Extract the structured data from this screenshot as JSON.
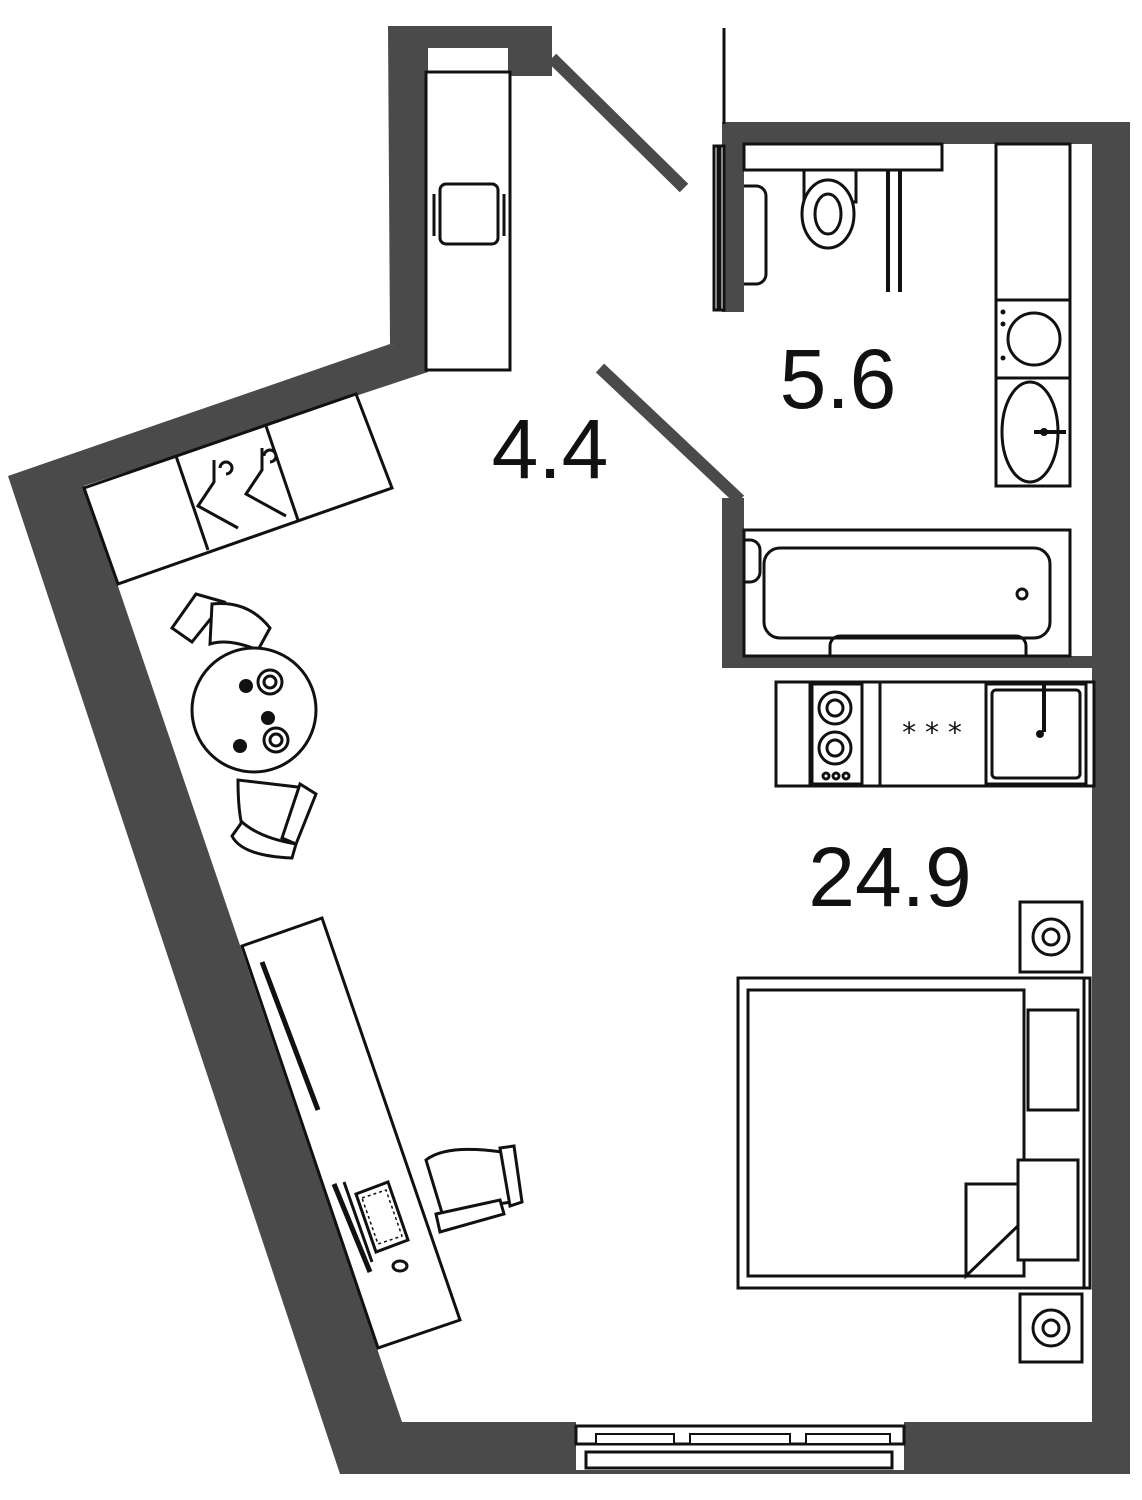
{
  "colors": {
    "wall": "#4a4a4a",
    "line": "#111111",
    "background": "#ffffff"
  },
  "rooms": {
    "hallway": {
      "area": "4.4"
    },
    "bathroom": {
      "area": "5.6"
    },
    "living": {
      "area": "24.9"
    }
  },
  "stove_marks": "* * *"
}
